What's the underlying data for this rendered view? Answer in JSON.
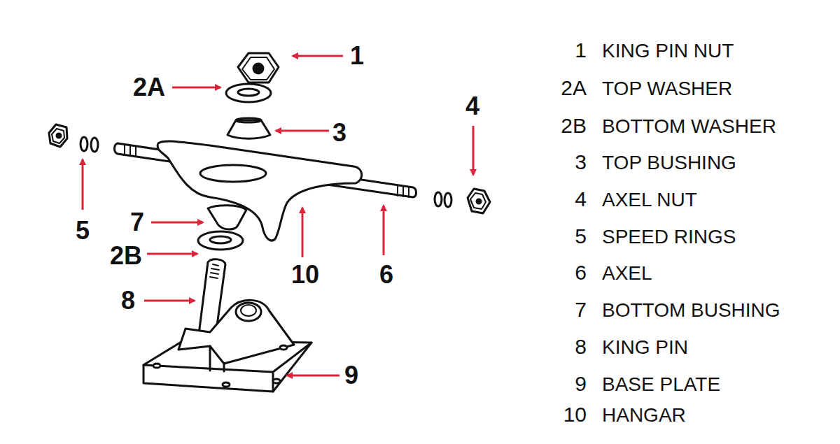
{
  "diagram": {
    "labels": [
      "1",
      "2A",
      "4",
      "3",
      "5",
      "7",
      "2B",
      "10",
      "6",
      "8",
      "9",
      "1",
      "KING PIN NUT",
      "2A",
      "TOP WASHER",
      "2B",
      "BOTTOM WASHER",
      "3",
      "TOP BUSHING",
      "4",
      "AXEL NUT",
      "5",
      "SPEED RINGS",
      "6",
      "AXEL",
      "7",
      "BOTTOM BUSHING",
      "8",
      "KING PIN",
      "9",
      "BASE PLATE",
      "10",
      "HANGAR"
    ]
  }
}
